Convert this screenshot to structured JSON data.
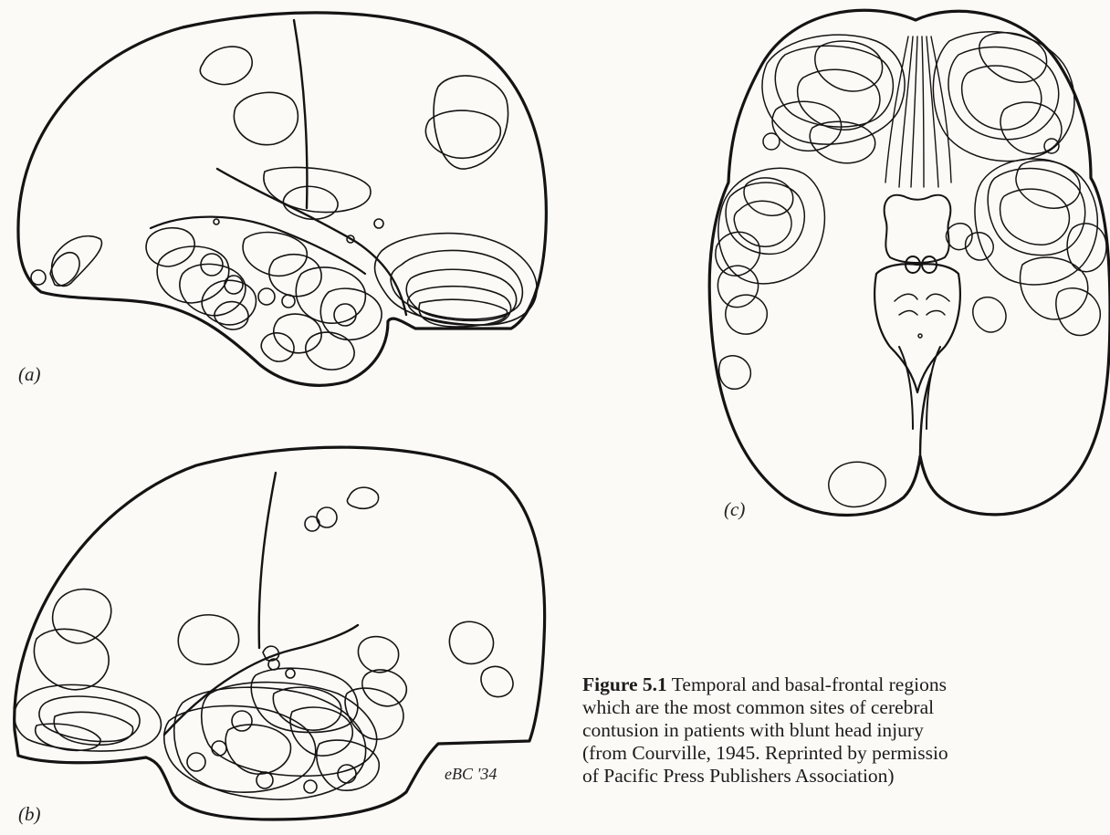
{
  "figure": {
    "panels": [
      {
        "id": "a",
        "label": "(a)"
      },
      {
        "id": "b",
        "label": "(b)"
      },
      {
        "id": "c",
        "label": "(c)"
      }
    ],
    "signature": "eBC '34",
    "caption": {
      "number": "Figure 5.1",
      "line1": "Temporal and basal-frontal regions",
      "line2": "which are the most common sites of cerebral",
      "line3": "contusion in patients with blunt head injury",
      "line4": "(from Courville, 1945. Reprinted by permissio",
      "line5": "of Pacific Press Publishers Association)"
    }
  }
}
